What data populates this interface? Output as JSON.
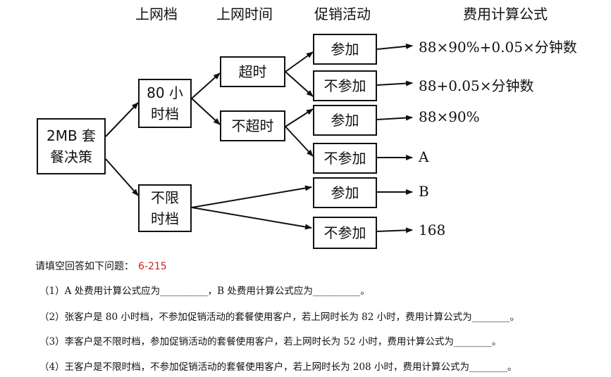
{
  "headers": {
    "plan": "上网档",
    "time": "上网时间",
    "promo": "促销活动",
    "formula": "费用计算公式"
  },
  "nodes": {
    "root": "2MB 套\n餐决策",
    "h80": "80 小\n时档",
    "unlimited": "不限\n时档",
    "over": "超时",
    "notover": "不超时",
    "p1": "参加",
    "p2": "不参加",
    "p3": "参加",
    "p4": "不参加",
    "p5": "参加",
    "p6": "不参加"
  },
  "results": {
    "r1": "88×90%+0.05×分钟数",
    "r2": "88+0.05×分钟数",
    "r3": "88×90%",
    "r4": "A",
    "r5": "B",
    "r6": "168"
  },
  "questions": {
    "intro": "请填空回答如下问题：",
    "code": "6-215",
    "q1": "（1）A 处费用计算公式应为__________，B 处费用计算公式应为__________。",
    "q2": "（2）张客户是 80 小时档，不参加促销活动的套餐使用客户，若上网时长为 82 小时，费用计算公式为________。",
    "q3": "（3）李客户是不限时档，参加促销活动的套餐使用客户，若上网时长为 52 小时，费用计算公式为________。",
    "q4": "（4）王客户是不限时档，不参加促销活动的套餐使用客户，若上网时长为 208 小时，费用计算公式为________。"
  }
}
